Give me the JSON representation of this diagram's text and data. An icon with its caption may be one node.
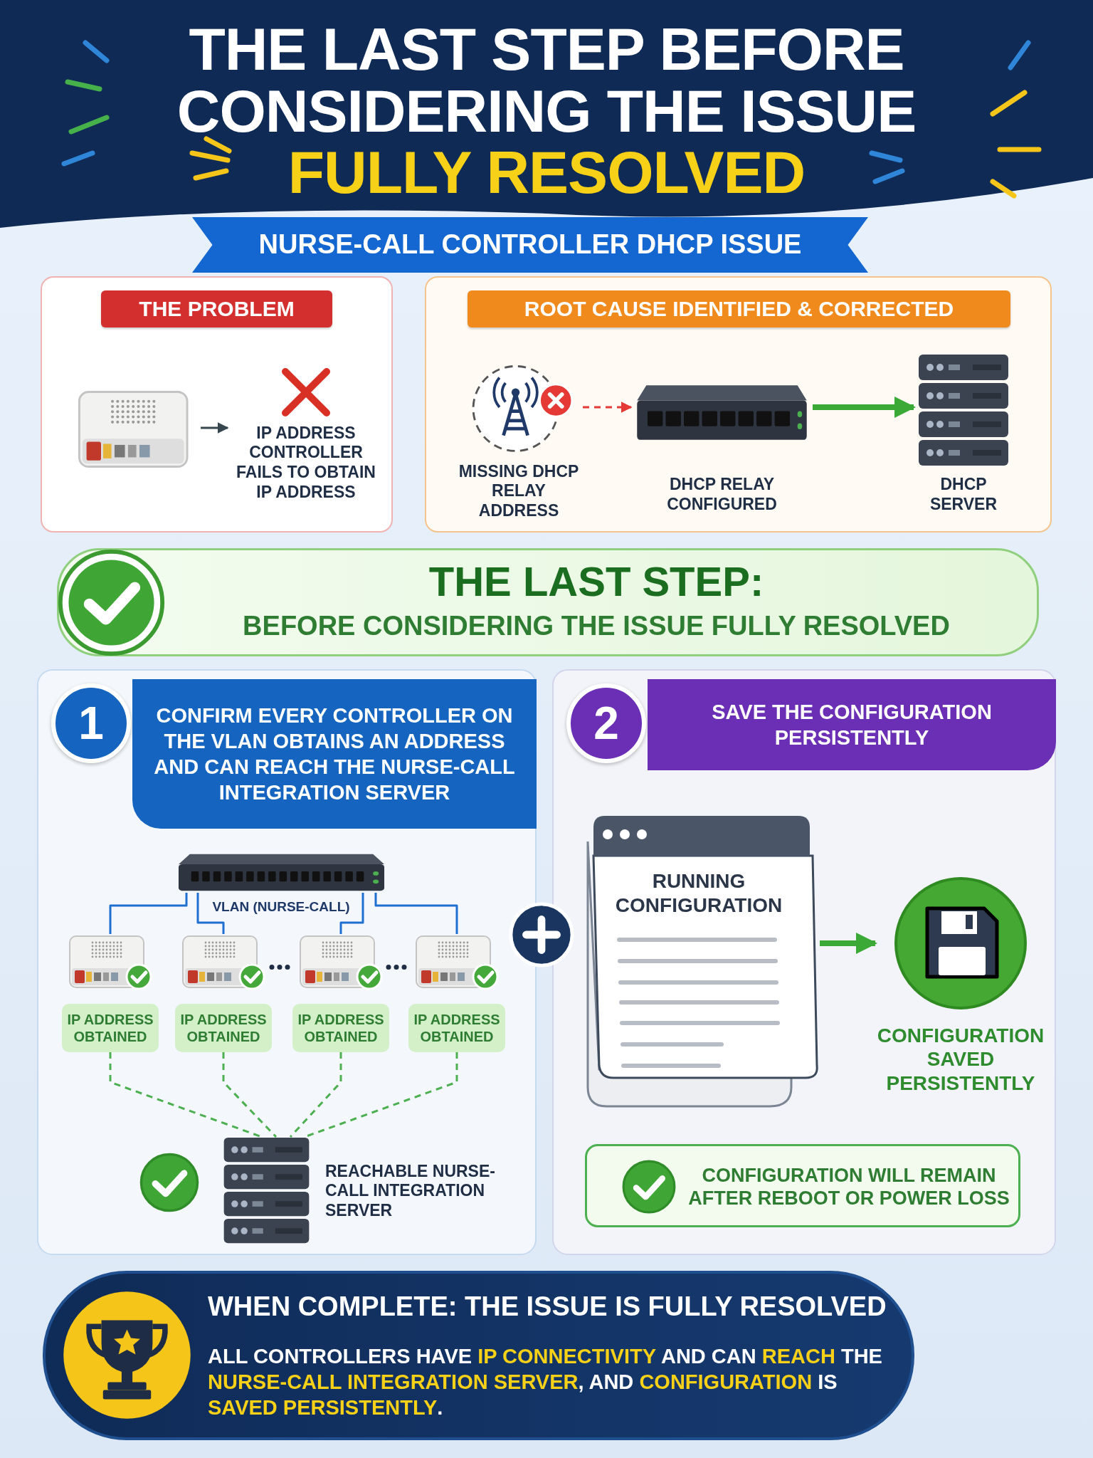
{
  "diagram": {
    "title": "THE LAST STEP BEFORE CONSIDERING THE ISSUE **FULLY RESOLVED**",
    "nodes": [
      {
        "text": [
          "NURSE-CALL CONTROLLER DHCP ISSUE"
        ]
      },
      {
        "text": [
          "THE PROBLEM"
        ]
      },
      {
        "text": [],
        "shape": "picture",
        "in": 1
      },
      {
        "text": [
          "IP ADDRESS CONTROLLER FAILS TO OBTAIN IP ADDRESS"
        ],
        "in": 1
      },
      {
        "text": [
          "ROOT CAUSE IDENTIFIED & CORRECTED"
        ]
      },
      {
        "text": [
          "MISSING DHCP RELAY ADDRESS"
        ],
        "in": 4
      },
      {
        "text": [
          "DHCP RELAY CONFIGURED"
        ],
        "in": 4
      },
      {
        "text": [
          "DHCP SERVER"
        ],
        "in": 4
      },
      {
        "text": [
          "THE LAST STEP:",
          "BEFORE CONSIDERING THE ISSUE FULLY RESOLVED"
        ]
      },
      {
        "text": [
          "1",
          "CONFIRM EVERY CONTROLLER ON THE VLAN OBTAINS AN ADDRESS AND CAN REACH THE NURSE-CALL INTEGRATION SERVER"
        ]
      },
      {
        "text": [],
        "shape": "picture",
        "in": 9,
        "beside": [
          "VLAN (NURSE-CALL)"
        ]
      },
      {
        "text": [
          "IP ADDRESS OBTAINED"
        ],
        "in": 9
      },
      {
        "text": [
          "IP ADDRESS OBTAINED"
        ],
        "in": 9
      },
      {
        "text": [
          "IP ADDRESS OBTAINED"
        ],
        "in": 9
      },
      {
        "text": [
          "IP ADDRESS OBTAINED"
        ],
        "in": 9
      },
      {
        "text": [
          "REACHABLE NURSE-CALL INTEGRATION SERVER"
        ],
        "in": 9
      },
      {
        "text": [
          "2",
          "SAVE THE CONFIGURATION PERSISTENTLY"
        ]
      },
      {
        "text": [
          "RUNNING CONFIGURATION"
        ],
        "in": 16
      },
      {
        "text": [
          "CONFIGURATION SAVED PERSISTENTLY"
        ],
        "in": 16
      },
      {
        "text": [
          "CONFIGURATION WILL REMAIN AFTER REBOOT OR POWER LOSS"
        ],
        "in": 16
      },
      {
        "text": [
          "WHEN COMPLETE: THE ISSUE IS FULLY RESOLVED",
          "ALL CONTROLLERS HAVE **IP CONNECTIVITY** AND CAN **REACH** THE **NURSE-CALL INTEGRATION SERVER**, AND **CONFIGURATION** IS **SAVED PERSISTENTLY**."
        ]
      }
    ],
    "edges": [
      {
        "from": 2,
        "to": 3,
        "arrow": "to",
        "color": "#37474f"
      },
      {
        "from": 5,
        "to": 6,
        "arrow": "to",
        "style": "dashed",
        "color": "#e53935"
      },
      {
        "from": 6,
        "to": 7,
        "arrow": "to",
        "style": "thick",
        "color": "#3aa935"
      },
      {
        "from": 10,
        "to": 11,
        "arrow": "none",
        "color": "#1e6fd0"
      },
      {
        "from": 10,
        "to": 12,
        "arrow": "none",
        "color": "#1e6fd0"
      },
      {
        "from": 10,
        "to": 13,
        "arrow": "none",
        "color": "#1e6fd0"
      },
      {
        "from": 10,
        "to": 14,
        "arrow": "none",
        "color": "#1e6fd0"
      },
      {
        "from": 11,
        "to": 15,
        "arrow": "none",
        "style": "dashed",
        "color": "#4caf50"
      },
      {
        "from": 12,
        "to": 15,
        "arrow": "none",
        "style": "dashed",
        "color": "#4caf50"
      },
      {
        "from": 13,
        "to": 15,
        "arrow": "none",
        "style": "dashed",
        "color": "#4caf50"
      },
      {
        "from": 14,
        "to": 15,
        "arrow": "none",
        "style": "dashed",
        "color": "#4caf50"
      },
      {
        "from": 17,
        "to": 18,
        "arrow": "to",
        "style": "thick",
        "color": "#3aa935"
      }
    ]
  }
}
